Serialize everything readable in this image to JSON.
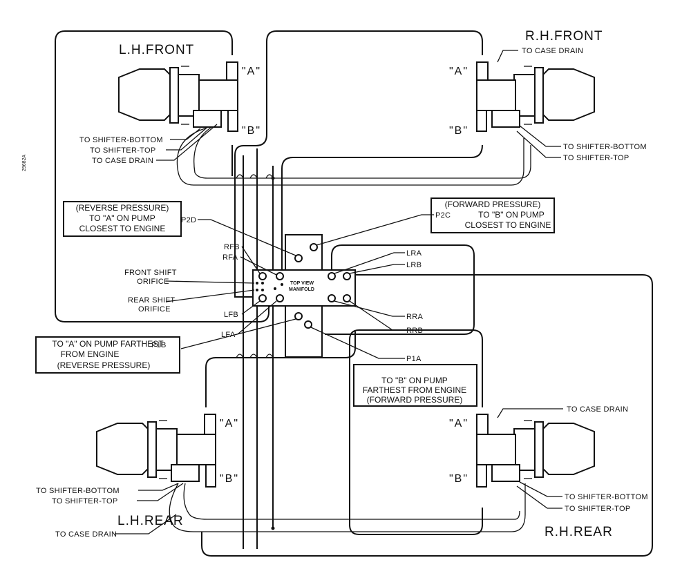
{
  "drawing_id": "29682A",
  "pumps": {
    "lh_front": {
      "title": "L.H.FRONT",
      "port_a": "\"A\"",
      "port_b": "\"B\""
    },
    "rh_front": {
      "title": "R.H.FRONT",
      "port_a": "\"A\"",
      "port_b": "\"B\""
    },
    "lh_rear": {
      "title": "L.H.REAR",
      "port_a": "\"A\"",
      "port_b": "\"B\""
    },
    "rh_rear": {
      "title": "R.H.REAR",
      "port_a": "\"A\"",
      "port_b": "\"B\""
    }
  },
  "callouts": {
    "lhf_shifter_bottom": "TO SHIFTER-BOTTOM",
    "lhf_shifter_top": "TO SHIFTER-TOP",
    "lhf_case_drain": "TO CASE DRAIN",
    "rhf_case_drain": "TO CASE DRAIN",
    "rhf_shifter_bottom": "TO SHIFTER-BOTTOM",
    "rhf_shifter_top": "TO SHIFTER-TOP",
    "lhr_shifter_bottom": "TO SHIFTER-BOTTOM",
    "lhr_shifter_top": "TO SHIFTER-TOP",
    "lhr_case_drain": "TO CASE DRAIN",
    "rhr_case_drain": "TO CASE DRAIN",
    "rhr_shifter_bottom": "TO SHIFTER-BOTTOM",
    "rhr_shifter_top": "TO SHIFTER-TOP"
  },
  "manifold": {
    "label_line1": "TOP VIEW",
    "label_line2": "MANIFOLD",
    "ports": {
      "p2d": "P2D",
      "rfb": "RFB",
      "rfa": "RFA",
      "lfb": "LFB",
      "lfa": "LFA",
      "lra": "LRA",
      "lrb": "LRB",
      "rra": "RRA",
      "rrb": "RRB",
      "p2c": "P2C",
      "p1a": "P1A",
      "p1b": "P1B"
    },
    "orifices": {
      "front_line1": "FRONT SHIFT",
      "front_line2": "ORIFICE",
      "rear_line1": "REAR SHIFT",
      "rear_line2": "ORIFICE"
    }
  },
  "boxes": {
    "reverse_top": [
      "(REVERSE PRESSURE)",
      "TO \"A\" ON PUMP",
      "CLOSEST TO ENGINE"
    ],
    "forward_top": [
      "(FORWARD PRESSURE)",
      "TO \"B\" ON PUMP",
      "CLOSEST TO ENGINE"
    ],
    "reverse_bottom": [
      "TO \"A\" ON PUMP FARTHEST",
      "FROM ENGINE",
      "(REVERSE PRESSURE)"
    ],
    "forward_bottom": [
      "TO \"B\" ON PUMP",
      "FARTHEST FROM ENGINE",
      "(FORWARD PRESSURE)"
    ]
  }
}
